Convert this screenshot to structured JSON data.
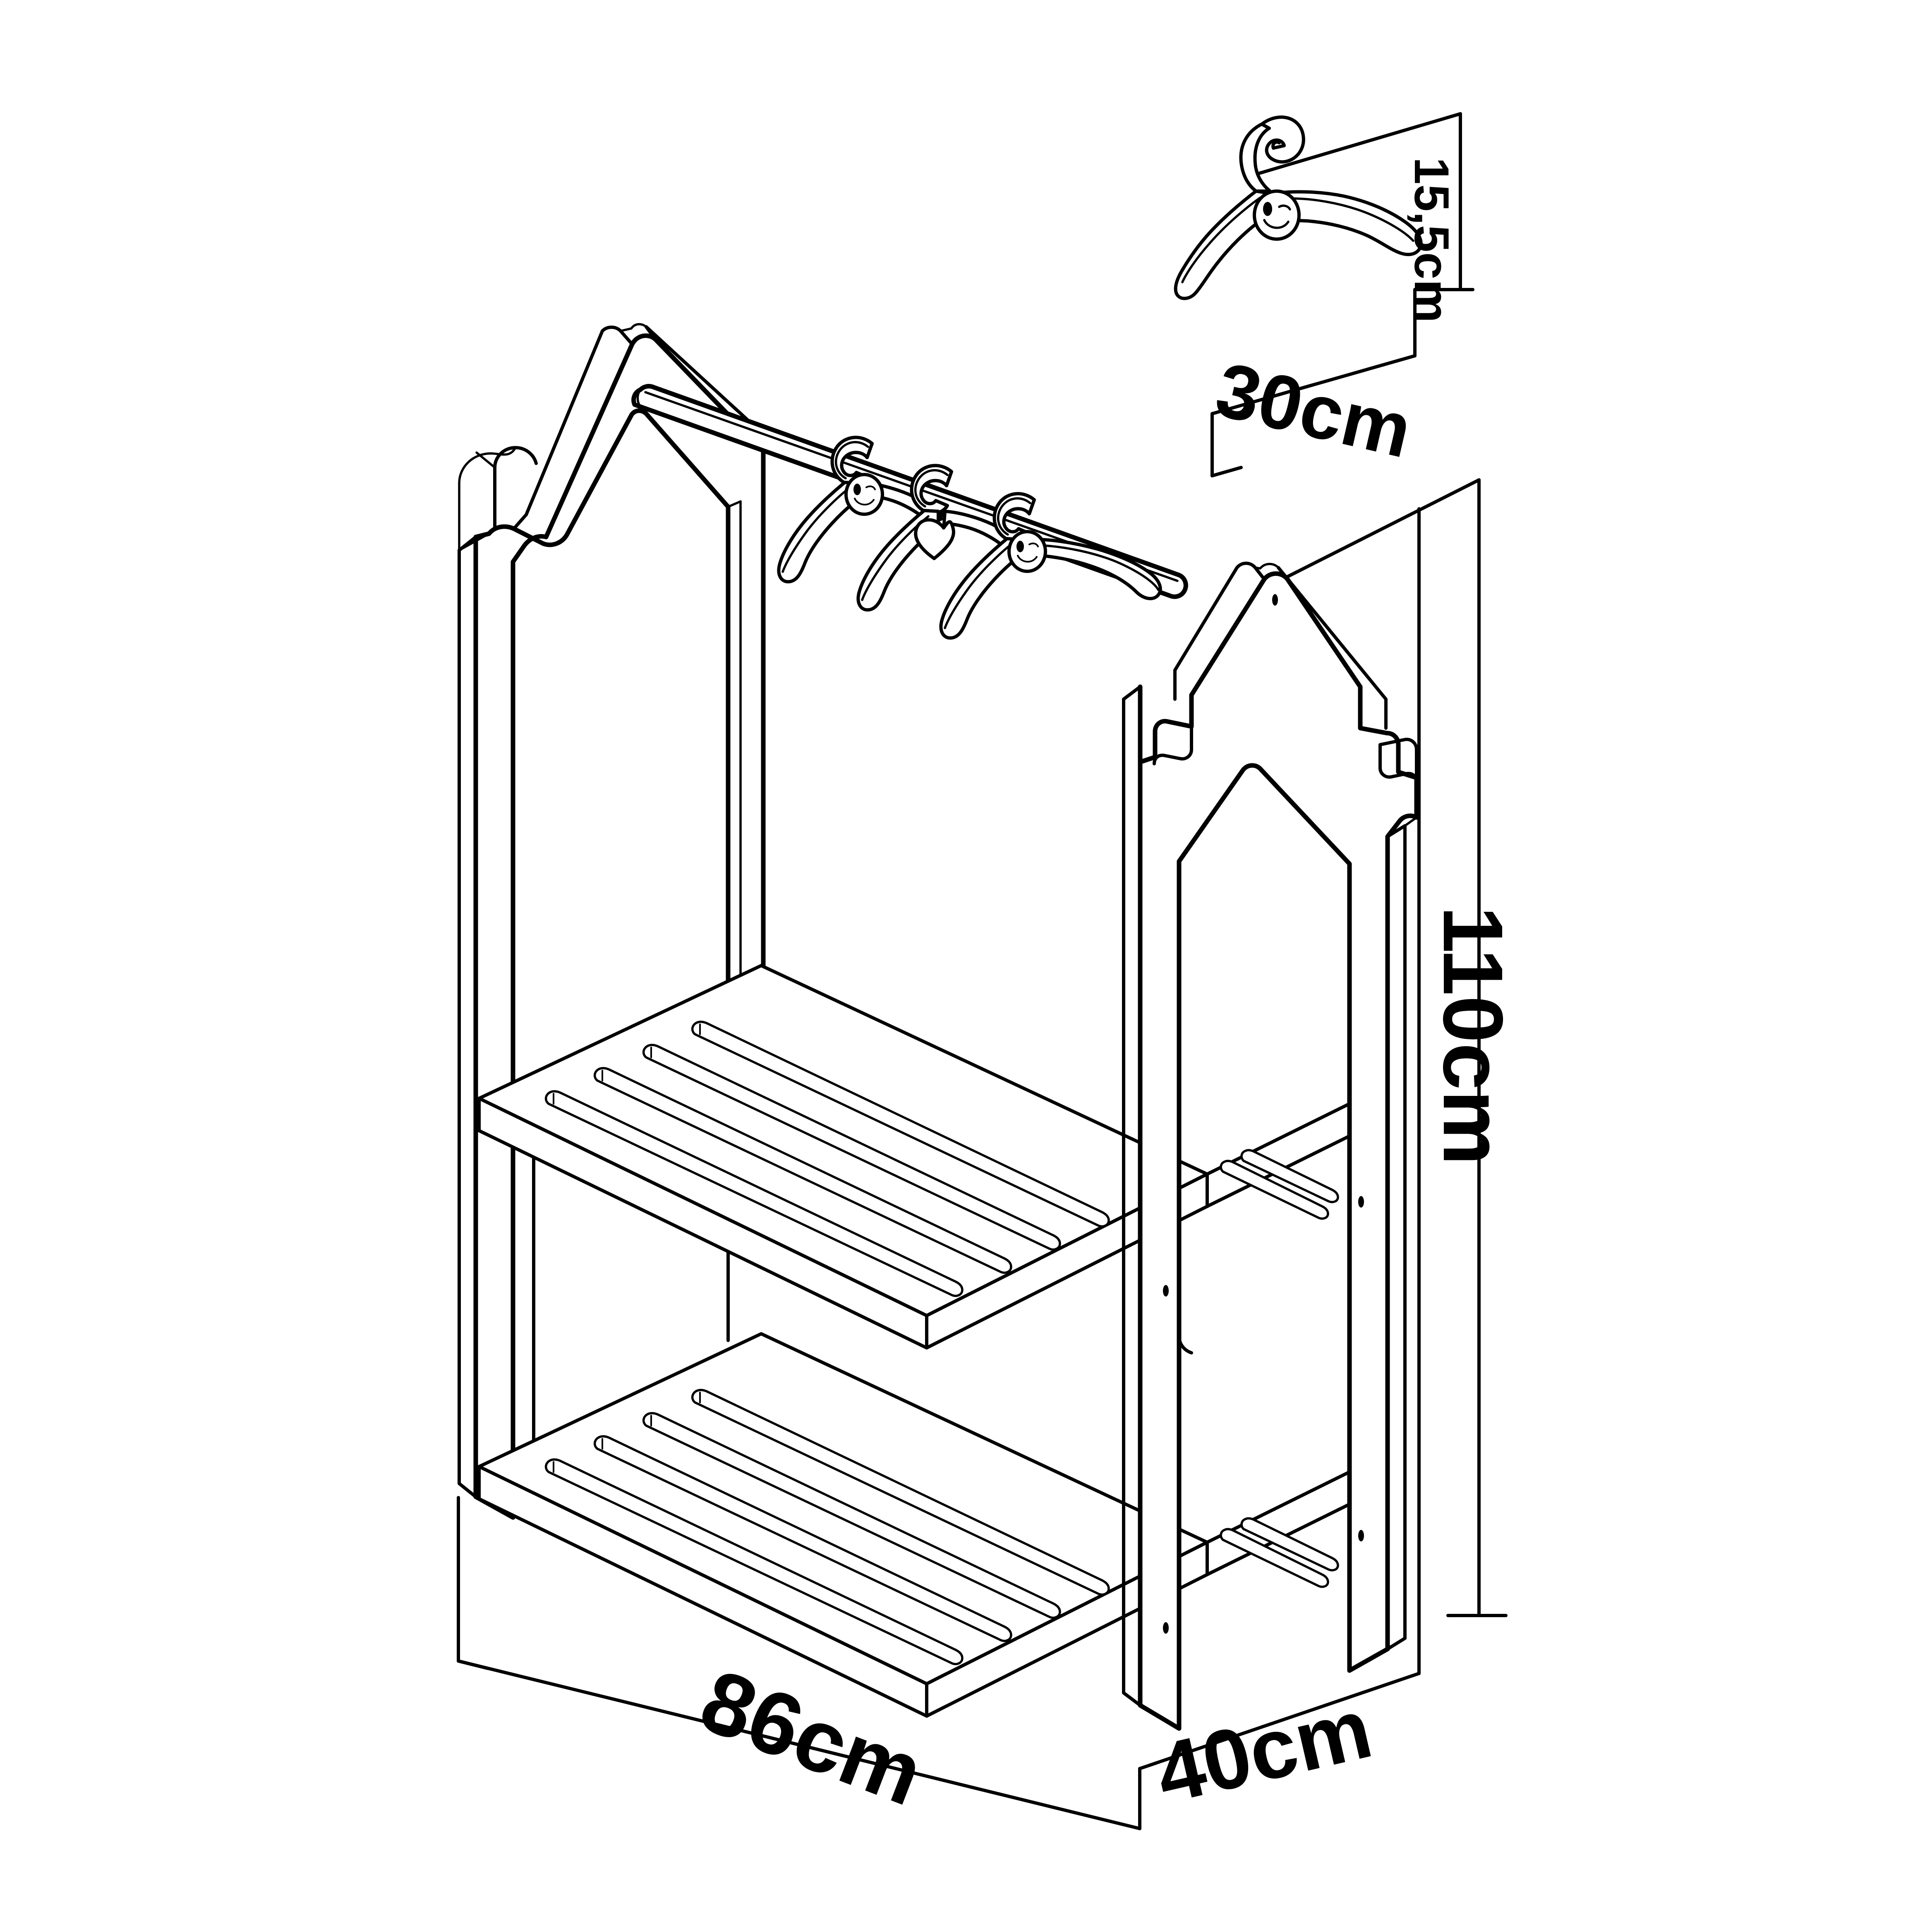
{
  "drawing": {
    "title": "Children's house-shaped clothing rack with two slatted shelves",
    "product_type": "kids-wardrobe-rack",
    "line_color": "#000000",
    "fill_color": "#ffffff",
    "background": "#ffffff",
    "projection": "isometric"
  },
  "dimensions": {
    "width": {
      "label": "86cm",
      "value": 86,
      "unit": "cm",
      "axis": "width",
      "rotation_deg": 21
    },
    "depth": {
      "label": "40cm",
      "value": 40,
      "unit": "cm",
      "axis": "depth",
      "rotation_deg": -13
    },
    "height": {
      "label": "110cm",
      "value": 110,
      "unit": "cm",
      "axis": "height",
      "rotation_deg": 90
    },
    "hanger_width": {
      "label": "30cm",
      "value": 30,
      "unit": "cm",
      "axis": "hanger-width",
      "rotation_deg": 13
    },
    "hanger_height": {
      "label": "15,5cm",
      "value": 15.5,
      "unit": "cm",
      "axis": "hanger-height",
      "rotation_deg": 90
    }
  },
  "parts": {
    "left_panel": {
      "name": "left house-shaped side panel",
      "shape": "house-with-peaked-roof"
    },
    "right_panel": {
      "name": "right house-shaped side panel",
      "shape": "house-with-peaked-roof",
      "notches": 2
    },
    "hanging_rod": {
      "name": "hanging rod",
      "shape": "cylindrical-dowel"
    },
    "upper_shelf": {
      "name": "upper slatted shelf",
      "slots": 4
    },
    "lower_shelf": {
      "name": "lower slatted shelf",
      "slots": 4
    },
    "hangers_on_rod": [
      {
        "name": "hanger-smiley-1",
        "motif": "smiley-face"
      },
      {
        "name": "hanger-heart",
        "motif": "heart"
      },
      {
        "name": "hanger-smiley-2",
        "motif": "smiley-face"
      }
    ],
    "detail_hanger": {
      "name": "detail hanger",
      "motif": "winking-smiley-face"
    }
  }
}
